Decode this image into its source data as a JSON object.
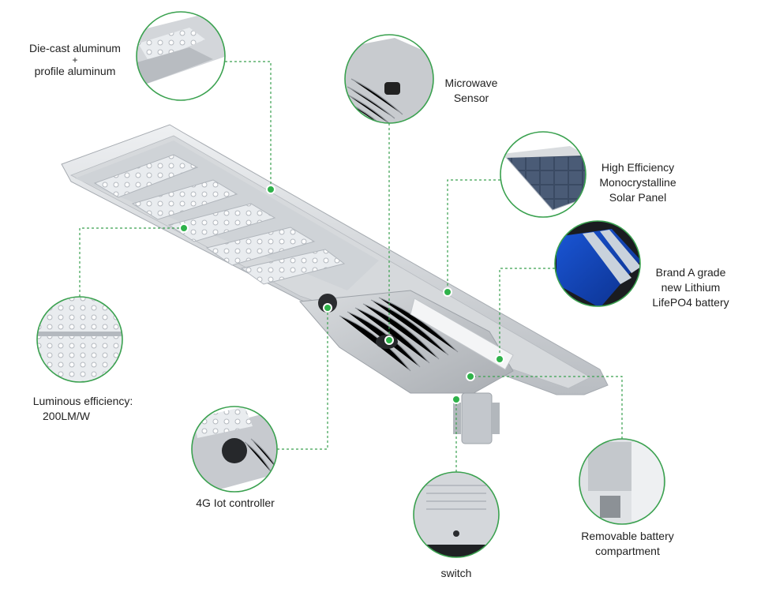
{
  "callouts": {
    "die_cast": {
      "line1": "Die-cast aluminum",
      "line2": "+",
      "line3": "profile aluminum"
    },
    "microwave": {
      "line1": "Microwave",
      "line2": "Sensor"
    },
    "solar": {
      "line1": "High Efficiency",
      "line2": "Monocrystalline",
      "line3": "Solar Panel"
    },
    "battery": {
      "line1": "Brand A grade",
      "line2": "new Lithium",
      "line3": "LifePO4 battery"
    },
    "luminous": {
      "line1": "Luminous efficiency:",
      "line2": "200LM/W"
    },
    "controller": {
      "line1": "4G Iot controller"
    },
    "switch": {
      "line1": "switch"
    },
    "removable": {
      "line1": "Removable battery",
      "line2": "compartment"
    }
  },
  "colors": {
    "accent": "#2fb24a",
    "leader": "#3aa14f",
    "housing": "#c9ccd0",
    "panel": "#1d4fb8"
  }
}
